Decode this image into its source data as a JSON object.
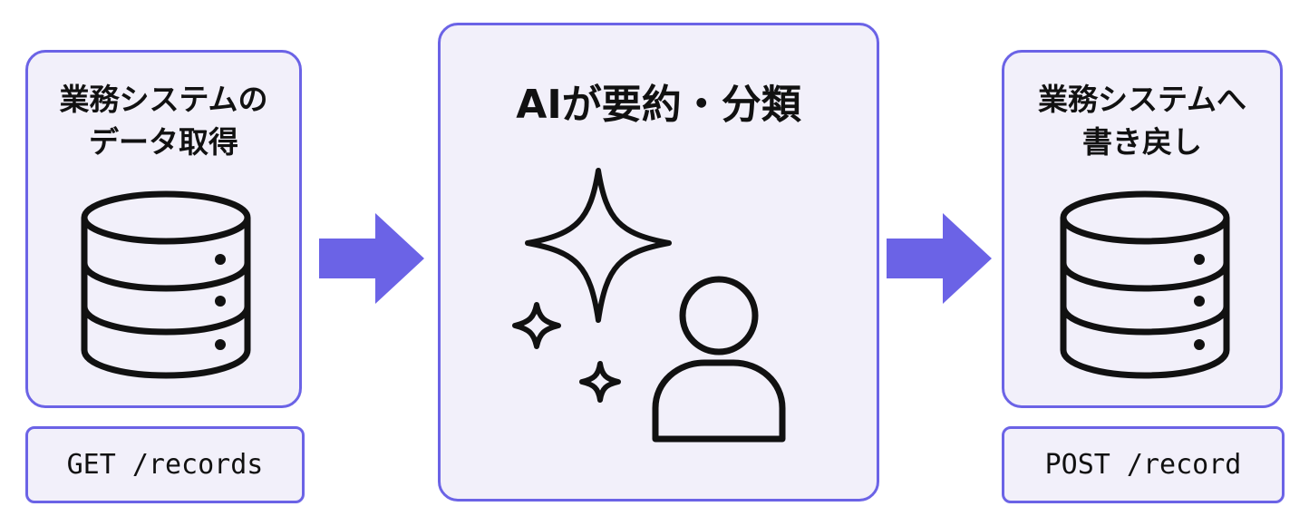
{
  "left": {
    "title_line1": "業務システムの",
    "title_line2": "データ取得",
    "icon": "database-icon",
    "endpoint": "GET /records"
  },
  "center": {
    "title": "AIが要約・分類",
    "icons": [
      "sparkle-icon",
      "user-icon"
    ]
  },
  "right": {
    "title_line1": "業務システムへ",
    "title_line2": "書き戻し",
    "icon": "database-icon",
    "endpoint": "POST /record"
  },
  "arrows": [
    "arrow-right-icon",
    "arrow-right-icon"
  ],
  "colors": {
    "accent": "#6b63e6",
    "card_bg": "#f2f0fa",
    "arrow": "#6b63e6"
  }
}
